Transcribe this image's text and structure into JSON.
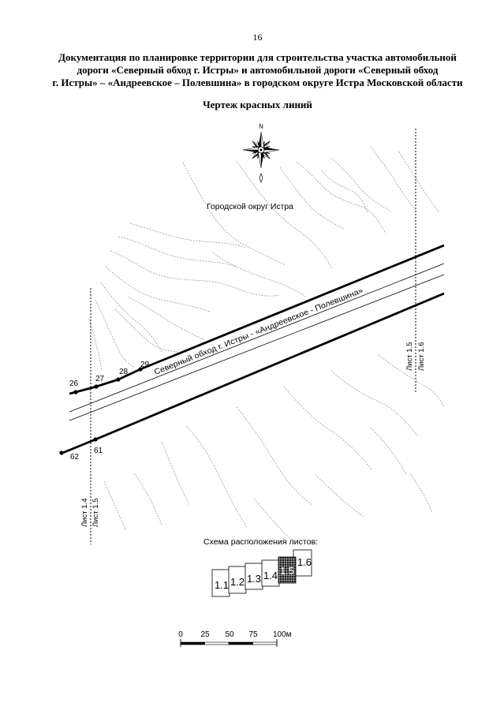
{
  "page": {
    "number": "16"
  },
  "header": {
    "title_lines": [
      "Документация по планировке территории для строительства участка автомобильной",
      "дороги «Северный обход г. Истры» и автомобильной дороги «Северный обход",
      "г. Истры» – «Андреевское – Полевшина» в городском округе Истра Московской области"
    ],
    "subtitle": "Чертеж красных линий"
  },
  "map": {
    "north_label": "N",
    "area_label": "Городской округ Истра",
    "road_label": "Северный обход г. Истры - «Андреевское - Полевшина»",
    "points": {
      "upper": [
        "26",
        "27",
        "28",
        "29"
      ],
      "lower": [
        "61",
        "62"
      ]
    },
    "sheet_boundaries": [
      {
        "left": "Лист 1.4",
        "right": "Лист 1.5"
      },
      {
        "left": "Лист 1.5",
        "right": "Лист 1.6"
      }
    ]
  },
  "sheet_scheme": {
    "title": "Схема расположения листов:",
    "sheets": [
      "1.1",
      "1.2",
      "1.3",
      "1.4",
      "1.5",
      "1.6"
    ],
    "current_sheet": "1.5"
  },
  "scale_bar": {
    "labels": [
      "0",
      "25",
      "50",
      "75",
      "100м"
    ]
  },
  "icons": {
    "north_arrow": "compass-rose-icon"
  },
  "colors": {
    "lines": "#000000",
    "contours": "#8c8c8c",
    "current_sheet_fill": "#1e1e1e"
  }
}
